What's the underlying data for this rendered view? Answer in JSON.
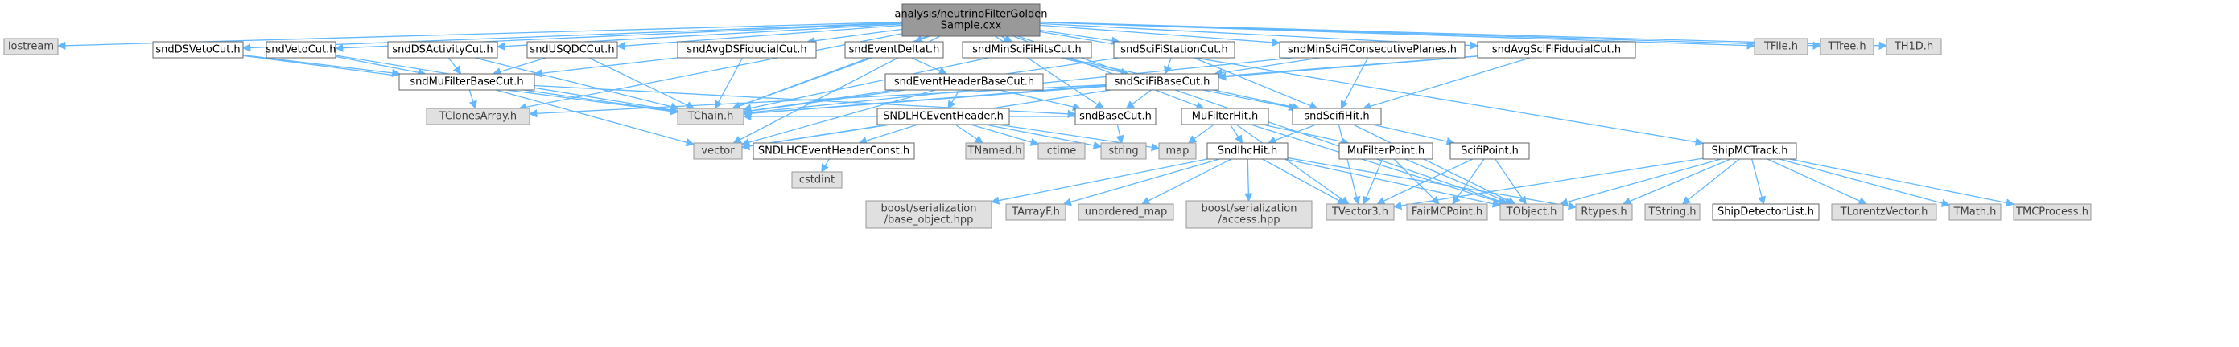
{
  "diagram": {
    "title_lines": [
      "analysis/neutrinoFilterGolden",
      "Sample.cxx"
    ],
    "colors": {
      "edge": "#63b8ff",
      "edge_dark": "#404040",
      "root_fill": "#999999",
      "local_fill": "#ffffff",
      "external_fill": "#e0e0e0"
    },
    "nodes": [
      {
        "id": "root",
        "lines": [
          "analysis/neutrinoFilterGolden",
          "Sample.cxx"
        ],
        "kind": "root"
      },
      {
        "id": "iostream",
        "lines": [
          "iostream"
        ],
        "kind": "external"
      },
      {
        "id": "sndDSVetoCut",
        "lines": [
          "sndDSVetoCut.h"
        ],
        "kind": "local"
      },
      {
        "id": "sndVetoCut",
        "lines": [
          "sndVetoCut.h"
        ],
        "kind": "local"
      },
      {
        "id": "sndDSActivityCut",
        "lines": [
          "sndDSActivityCut.h"
        ],
        "kind": "local"
      },
      {
        "id": "sndUSQDCCut",
        "lines": [
          "sndUSQDCCut.h"
        ],
        "kind": "local"
      },
      {
        "id": "sndAvgDSFiducialCut",
        "lines": [
          "sndAvgDSFiducialCut.h"
        ],
        "kind": "local"
      },
      {
        "id": "sndEventDeltat",
        "lines": [
          "sndEventDeltat.h"
        ],
        "kind": "local"
      },
      {
        "id": "sndMinSciFiHitsCut",
        "lines": [
          "sndMinSciFiHitsCut.h"
        ],
        "kind": "local"
      },
      {
        "id": "sndSciFiStationCut",
        "lines": [
          "sndSciFiStationCut.h"
        ],
        "kind": "local"
      },
      {
        "id": "sndMinSciFiConsecutivePlanes",
        "lines": [
          "sndMinSciFiConsecutivePlanes.h"
        ],
        "kind": "local"
      },
      {
        "id": "sndAvgSciFiFiducialCut",
        "lines": [
          "sndAvgSciFiFiducialCut.h"
        ],
        "kind": "local"
      },
      {
        "id": "TFile",
        "lines": [
          "TFile.h"
        ],
        "kind": "external"
      },
      {
        "id": "TTree",
        "lines": [
          "TTree.h"
        ],
        "kind": "external"
      },
      {
        "id": "TH1D",
        "lines": [
          "TH1D.h"
        ],
        "kind": "external"
      },
      {
        "id": "sndMuFilterBaseCut",
        "lines": [
          "sndMuFilterBaseCut.h"
        ],
        "kind": "local"
      },
      {
        "id": "sndEventHeaderBaseCut",
        "lines": [
          "sndEventHeaderBaseCut.h"
        ],
        "kind": "local"
      },
      {
        "id": "sndSciFiBaseCut",
        "lines": [
          "sndSciFiBaseCut.h"
        ],
        "kind": "local"
      },
      {
        "id": "TClonesArray",
        "lines": [
          "TClonesArray.h"
        ],
        "kind": "external"
      },
      {
        "id": "TChain",
        "lines": [
          "TChain.h"
        ],
        "kind": "external"
      },
      {
        "id": "SNDLHCEventHeader",
        "lines": [
          "SNDLHCEventHeader.h"
        ],
        "kind": "local"
      },
      {
        "id": "sndBaseCut",
        "lines": [
          "sndBaseCut.h"
        ],
        "kind": "local"
      },
      {
        "id": "MuFilterHit",
        "lines": [
          "MuFilterHit.h"
        ],
        "kind": "local"
      },
      {
        "id": "sndScifiHit",
        "lines": [
          "sndScifiHit.h"
        ],
        "kind": "local"
      },
      {
        "id": "ShipMCTrack",
        "lines": [
          "ShipMCTrack.h"
        ],
        "kind": "local"
      },
      {
        "id": "vector",
        "lines": [
          "vector"
        ],
        "kind": "external"
      },
      {
        "id": "SNDLHCEventHeaderConst",
        "lines": [
          "SNDLHCEventHeaderConst.h"
        ],
        "kind": "local"
      },
      {
        "id": "TNamed",
        "lines": [
          "TNamed.h"
        ],
        "kind": "external"
      },
      {
        "id": "ctime",
        "lines": [
          "ctime"
        ],
        "kind": "external"
      },
      {
        "id": "string",
        "lines": [
          "string"
        ],
        "kind": "external"
      },
      {
        "id": "map",
        "lines": [
          "map"
        ],
        "kind": "external"
      },
      {
        "id": "SndlhcHit",
        "lines": [
          "SndlhcHit.h"
        ],
        "kind": "local"
      },
      {
        "id": "MuFilterPoint",
        "lines": [
          "MuFilterPoint.h"
        ],
        "kind": "local"
      },
      {
        "id": "ScifiPoint",
        "lines": [
          "ScifiPoint.h"
        ],
        "kind": "local"
      },
      {
        "id": "cstdint",
        "lines": [
          "cstdint"
        ],
        "kind": "external"
      },
      {
        "id": "boostBase",
        "lines": [
          "boost/serialization",
          "/base_object.hpp"
        ],
        "kind": "external"
      },
      {
        "id": "TArrayF",
        "lines": [
          "TArrayF.h"
        ],
        "kind": "external"
      },
      {
        "id": "unordered_map",
        "lines": [
          "unordered_map"
        ],
        "kind": "external"
      },
      {
        "id": "boostAccess",
        "lines": [
          "boost/serialization",
          "/access.hpp"
        ],
        "kind": "external"
      },
      {
        "id": "TVector3",
        "lines": [
          "TVector3.h"
        ],
        "kind": "external"
      },
      {
        "id": "FairMCPoint",
        "lines": [
          "FairMCPoint.h"
        ],
        "kind": "external"
      },
      {
        "id": "TObject",
        "lines": [
          "TObject.h"
        ],
        "kind": "external"
      },
      {
        "id": "Rtypes",
        "lines": [
          "Rtypes.h"
        ],
        "kind": "external"
      },
      {
        "id": "TString",
        "lines": [
          "TString.h"
        ],
        "kind": "external"
      },
      {
        "id": "ShipDetectorList",
        "lines": [
          "ShipDetectorList.h"
        ],
        "kind": "local"
      },
      {
        "id": "TLorentzVector",
        "lines": [
          "TLorentzVector.h"
        ],
        "kind": "external"
      },
      {
        "id": "TMath",
        "lines": [
          "TMath.h"
        ],
        "kind": "external"
      },
      {
        "id": "TMCProcess",
        "lines": [
          "TMCProcess.h"
        ],
        "kind": "external"
      }
    ],
    "edges": [
      [
        "root",
        "iostream"
      ],
      [
        "root",
        "sndDSVetoCut"
      ],
      [
        "root",
        "sndVetoCut"
      ],
      [
        "root",
        "sndDSActivityCut"
      ],
      [
        "root",
        "sndUSQDCCut"
      ],
      [
        "root",
        "sndAvgDSFiducialCut"
      ],
      [
        "root",
        "sndEventDeltat"
      ],
      [
        "root",
        "sndMinSciFiHitsCut"
      ],
      [
        "root",
        "sndSciFiStationCut"
      ],
      [
        "root",
        "sndMinSciFiConsecutivePlanes"
      ],
      [
        "root",
        "sndAvgSciFiFiducialCut"
      ],
      [
        "root",
        "TFile"
      ],
      [
        "root",
        "TTree"
      ],
      [
        "root",
        "TH1D"
      ],
      [
        "root",
        "ShipMCTrack"
      ],
      [
        "root",
        "TChain"
      ],
      [
        "root",
        "TClonesArray"
      ],
      [
        "root",
        "vector"
      ],
      [
        "root",
        "TObject"
      ],
      [
        "root",
        "sndBaseCut"
      ],
      [
        "root",
        "MuFilterHit"
      ],
      [
        "sndDSVetoCut",
        "sndMuFilterBaseCut"
      ],
      [
        "sndDSVetoCut",
        "TChain"
      ],
      [
        "sndVetoCut",
        "sndMuFilterBaseCut"
      ],
      [
        "sndVetoCut",
        "TChain"
      ],
      [
        "sndDSActivityCut",
        "sndMuFilterBaseCut"
      ],
      [
        "sndDSActivityCut",
        "TChain"
      ],
      [
        "sndUSQDCCut",
        "sndMuFilterBaseCut"
      ],
      [
        "sndUSQDCCut",
        "TChain"
      ],
      [
        "sndAvgDSFiducialCut",
        "sndMuFilterBaseCut"
      ],
      [
        "sndAvgDSFiducialCut",
        "TChain"
      ],
      [
        "sndEventDeltat",
        "sndEventHeaderBaseCut"
      ],
      [
        "sndEventDeltat",
        "TChain"
      ],
      [
        "sndMinSciFiHitsCut",
        "sndSciFiBaseCut"
      ],
      [
        "sndMinSciFiHitsCut",
        "TChain"
      ],
      [
        "sndMinSciFiHitsCut",
        "sndScifiHit"
      ],
      [
        "sndSciFiStationCut",
        "sndSciFiBaseCut"
      ],
      [
        "sndSciFiStationCut",
        "TChain"
      ],
      [
        "sndSciFiStationCut",
        "sndScifiHit"
      ],
      [
        "sndMinSciFiConsecutivePlanes",
        "sndSciFiBaseCut"
      ],
      [
        "sndMinSciFiConsecutivePlanes",
        "TChain"
      ],
      [
        "sndMinSciFiConsecutivePlanes",
        "sndScifiHit"
      ],
      [
        "sndAvgSciFiFiducialCut",
        "sndSciFiBaseCut"
      ],
      [
        "sndAvgSciFiFiducialCut",
        "TChain"
      ],
      [
        "sndAvgSciFiFiducialCut",
        "sndScifiHit"
      ],
      [
        "sndMuFilterBaseCut",
        "TClonesArray"
      ],
      [
        "sndMuFilterBaseCut",
        "TChain"
      ],
      [
        "sndMuFilterBaseCut",
        "sndBaseCut"
      ],
      [
        "sndMuFilterBaseCut",
        "vector"
      ],
      [
        "sndEventHeaderBaseCut",
        "SNDLHCEventHeader"
      ],
      [
        "sndEventHeaderBaseCut",
        "TChain"
      ],
      [
        "sndEventHeaderBaseCut",
        "sndBaseCut"
      ],
      [
        "sndEventHeaderBaseCut",
        "vector"
      ],
      [
        "sndSciFiBaseCut",
        "TClonesArray"
      ],
      [
        "sndSciFiBaseCut",
        "TChain"
      ],
      [
        "sndSciFiBaseCut",
        "sndBaseCut"
      ],
      [
        "sndSciFiBaseCut",
        "sndScifiHit"
      ],
      [
        "sndSciFiBaseCut",
        "vector"
      ],
      [
        "SNDLHCEventHeader",
        "vector"
      ],
      [
        "SNDLHCEventHeader",
        "SNDLHCEventHeaderConst"
      ],
      [
        "SNDLHCEventHeader",
        "TNamed"
      ],
      [
        "SNDLHCEventHeader",
        "ctime"
      ],
      [
        "SNDLHCEventHeader",
        "string"
      ],
      [
        "SNDLHCEventHeader",
        "map"
      ],
      [
        "SNDLHCEventHeaderConst",
        "cstdint"
      ],
      [
        "sndBaseCut",
        "string"
      ],
      [
        "sndBaseCut",
        "TChain"
      ],
      [
        "MuFilterHit",
        "map"
      ],
      [
        "MuFilterHit",
        "SndlhcHit"
      ],
      [
        "MuFilterHit",
        "MuFilterPoint"
      ],
      [
        "MuFilterHit",
        "TVector3"
      ],
      [
        "MuFilterHit",
        "TObject"
      ],
      [
        "sndScifiHit",
        "SndlhcHit"
      ],
      [
        "sndScifiHit",
        "ScifiPoint"
      ],
      [
        "sndScifiHit",
        "TVector3"
      ],
      [
        "sndScifiHit",
        "TObject"
      ],
      [
        "SndlhcHit",
        "boostBase"
      ],
      [
        "SndlhcHit",
        "TArrayF"
      ],
      [
        "SndlhcHit",
        "unordered_map"
      ],
      [
        "SndlhcHit",
        "boostAccess"
      ],
      [
        "SndlhcHit",
        "TVector3"
      ],
      [
        "SndlhcHit",
        "TObject"
      ],
      [
        "SndlhcHit",
        "Rtypes"
      ],
      [
        "MuFilterPoint",
        "TVector3"
      ],
      [
        "MuFilterPoint",
        "FairMCPoint"
      ],
      [
        "MuFilterPoint",
        "TObject"
      ],
      [
        "ScifiPoint",
        "FairMCPoint"
      ],
      [
        "ScifiPoint",
        "TObject"
      ],
      [
        "ScifiPoint",
        "TVector3"
      ],
      [
        "ShipMCTrack",
        "TVector3"
      ],
      [
        "ShipMCTrack",
        "TObject"
      ],
      [
        "ShipMCTrack",
        "Rtypes"
      ],
      [
        "ShipMCTrack",
        "TString"
      ],
      [
        "ShipMCTrack",
        "ShipDetectorList"
      ],
      [
        "ShipMCTrack",
        "TLorentzVector"
      ],
      [
        "ShipMCTrack",
        "TMath"
      ],
      [
        "ShipMCTrack",
        "TMCProcess"
      ]
    ]
  }
}
